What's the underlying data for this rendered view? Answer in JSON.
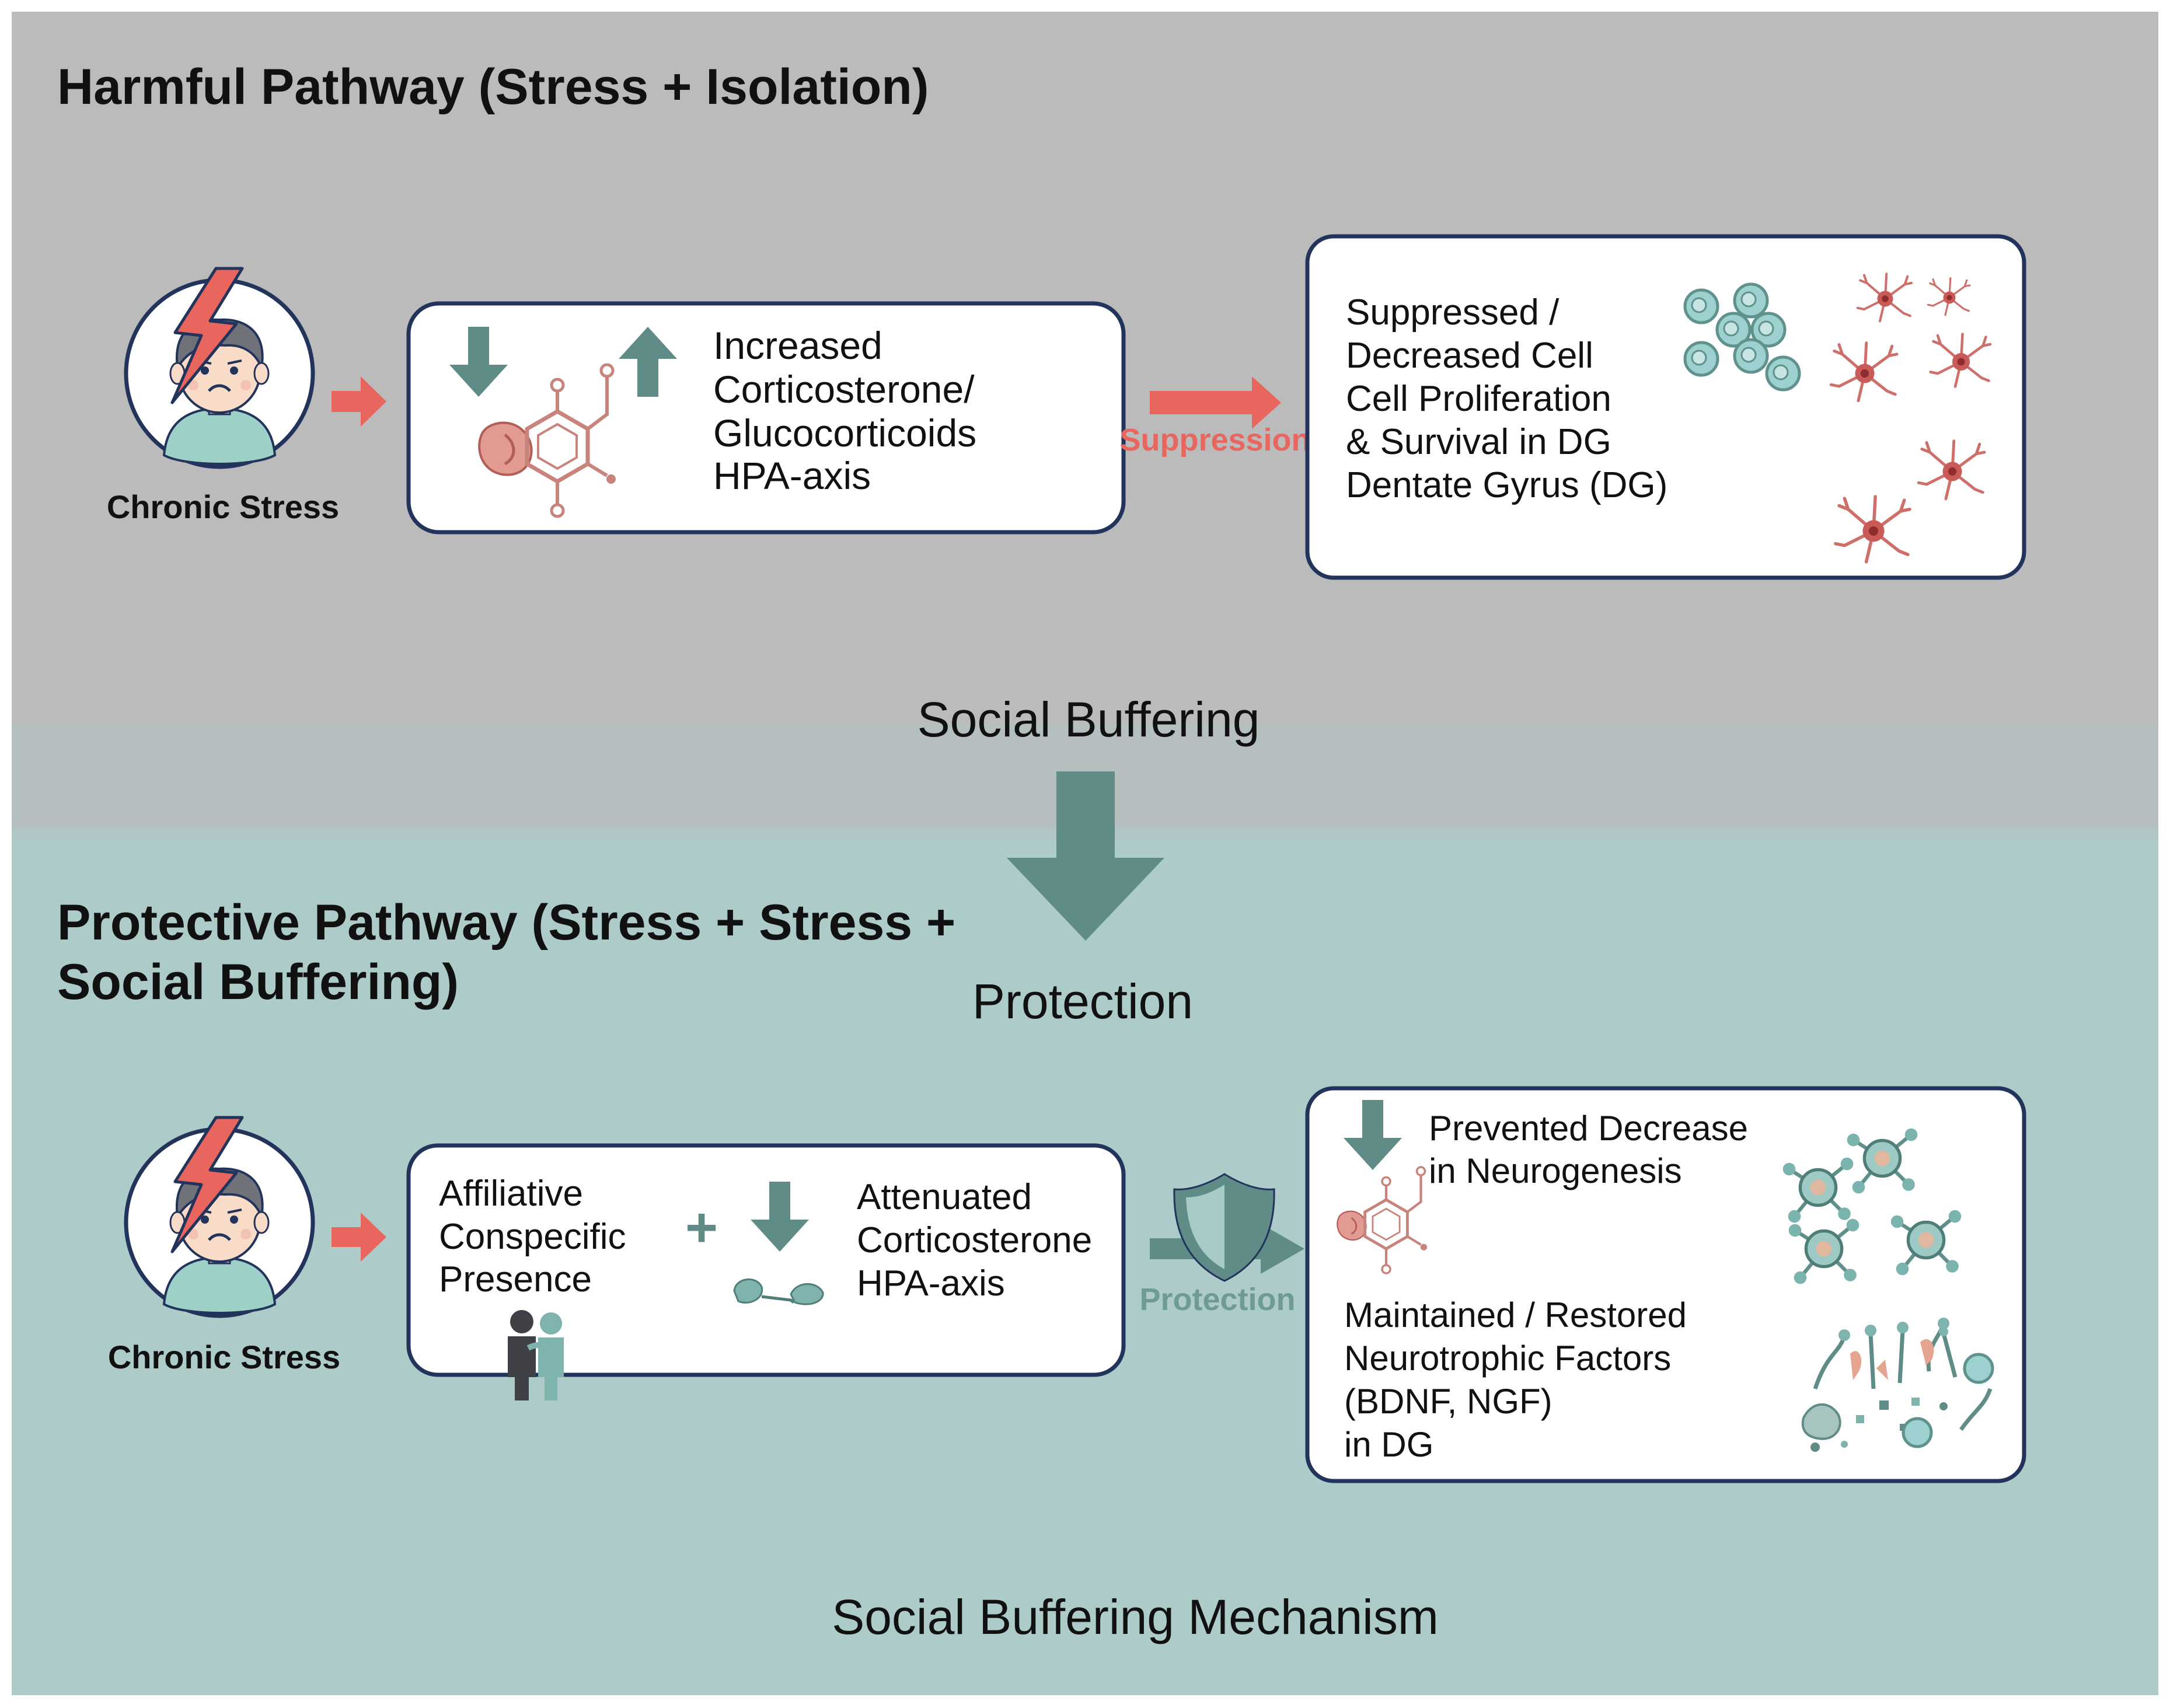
{
  "colors": {
    "harmful_bg": "#bbbbbb",
    "protective_bg": "#adcbc9",
    "teal": "#5f8c86",
    "red_arrow": "#e8665d",
    "box_border": "#23345c",
    "protection_label": "#6e9b96"
  },
  "harmful": {
    "title": "Harmful Pathway (Stress + Isolation)",
    "person_label": "Chronic Stress",
    "hormone_box": [
      "Increased",
      "Corticosterone/",
      "Glucocorticoids",
      "HPA-axis"
    ],
    "arrow_label": "Suppression",
    "outcome_box": [
      "Suppressed /",
      "Decreased Cell",
      "Cell Proliferation",
      "& Survival in DG",
      "Dentate Gyrus (DG)"
    ]
  },
  "transition": {
    "top_label": "Social Buffering",
    "bottom_label": "Protection"
  },
  "protective": {
    "title_lines": [
      "Protective Pathway (Stress + Stress +",
      "Social Buffering)"
    ],
    "person_label": "Chronic Stress",
    "presence_text": [
      "Affiliative",
      "Conspecific",
      "Presence"
    ],
    "plus_sign": "+",
    "cort_text": [
      "Attenuated",
      "Corticosterone",
      "HPA-axis"
    ],
    "arrow_label": "Protection",
    "outcome_top": [
      "Prevented Decrease",
      "in Neurogenesis"
    ],
    "outcome_bottom": [
      "Maintained / Restored",
      "Neurotrophic Factors",
      "(BDNF, NGF)",
      "in DG"
    ]
  },
  "footer": "Social Buffering Mechanism",
  "icons": [
    "lightning-icon",
    "stressed-person-icon",
    "down-arrow-icon",
    "up-arrow-icon",
    "adrenal-gland-icon",
    "molecule-icon",
    "round-cells-icon",
    "microglia-icon",
    "shield-icon",
    "people-icon",
    "neuron-network-icon",
    "neurotrophic-factors-icon"
  ]
}
